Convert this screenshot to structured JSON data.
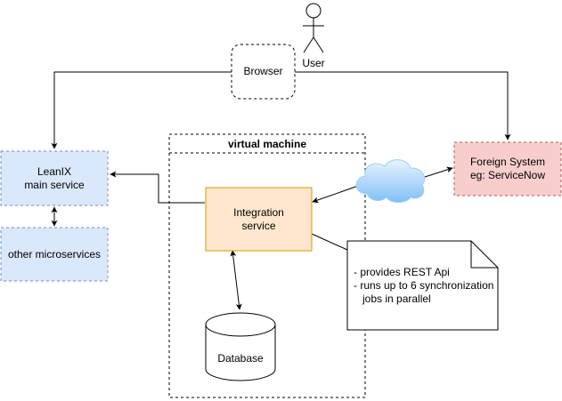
{
  "actors": {
    "user": {
      "label": "User"
    }
  },
  "nodes": {
    "browser": {
      "label": "Browser"
    },
    "leanix_main": {
      "label": "LeanIX\nmain service",
      "fill": "#dae8fc",
      "stroke": "#6c8ebf"
    },
    "other_microservices": {
      "label": "other microservices",
      "fill": "#dae8fc",
      "stroke": "#6c8ebf"
    },
    "virtual_machine": {
      "label": "virtual machine"
    },
    "integration_service": {
      "label": "Integration\nservice",
      "fill": "#ffe6cc",
      "stroke": "#d79b00"
    },
    "database": {
      "label": "Database"
    },
    "foreign_system": {
      "label": "Foreign System\neg: ServiceNow",
      "fill": "#f8cecc",
      "stroke": "#b85450"
    },
    "cloud": {
      "icon": "cloud-icon",
      "fill": "#dae8fc"
    }
  },
  "note": {
    "lines": [
      "- provides REST Api",
      "- runs up to 6 synchronization",
      "   jobs in parallel"
    ]
  }
}
